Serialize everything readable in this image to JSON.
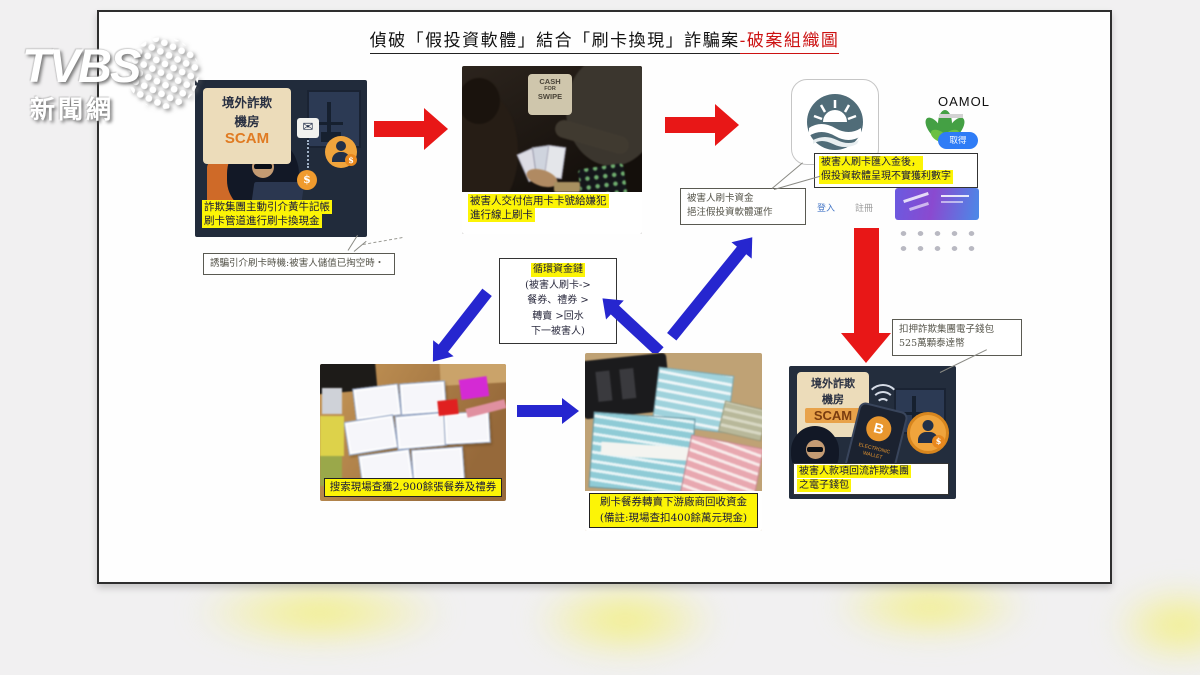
{
  "branding": {
    "logo": "TVBS",
    "sub": "新聞網"
  },
  "title": {
    "main": "偵破「假投資軟體」結合「刷卡換現」詐騙案",
    "highlight": "-破案組織圖"
  },
  "icons": {
    "envelope": "✉",
    "dollar": "$",
    "bitcoin": "B"
  },
  "scam_room_1": {
    "sign1": "境外詐欺",
    "sign2": "機房",
    "scam": "SCAM",
    "cap1": "詐欺集團主動引介黃牛記帳",
    "cap2": "刷卡管道進行刷卡換現金"
  },
  "timing_note": {
    "text": "誘騙引介刷卡時機:被害人儲值已掏空時‧"
  },
  "card_swap": {
    "sign1": "CASH",
    "sign2": "FOR",
    "sign3": "SWIPE",
    "cap1": "被害人交付信用卡卡號給嫌犯",
    "cap2": "進行線上刷卡"
  },
  "app_store": {
    "name": "OAMOL",
    "get": "取得",
    "login": "登入",
    "register": "註冊",
    "note1": "被害人刷卡匯入金後，",
    "note2": "假投資軟體呈現不實獲利數字"
  },
  "funds_note": {
    "line1": "被害人刷卡資金",
    "line2": "挹注假投資軟體運作"
  },
  "cycle": {
    "title": "循環資金鏈",
    "lines": [
      "(被害人刷卡->",
      "餐券、禮券 >",
      "轉賣 >回水",
      "下一被害人)"
    ]
  },
  "vouchers": {
    "cap": "搜索現場查獲2,900餘張餐券及禮券"
  },
  "cash": {
    "cap1": "刷卡餐券轉賣下游廠商回收資金",
    "cap2": "(備註:現場查扣400餘萬元現金)"
  },
  "scam_room_2": {
    "sign1": "境外詐欺",
    "sign2": "機房",
    "scam": "SCAM",
    "wallet1": "ELECTRONIC",
    "wallet2": "WALLET",
    "cap1": "被害人款項回流詐欺集團",
    "cap2": "之電子錢包"
  },
  "seized_note": {
    "line1": "扣押詐欺集團電子錢包",
    "line2": "525萬顆泰達幣"
  },
  "colors": {
    "arrow_red": "#e81717",
    "arrow_blue": "#2626cf",
    "highlight": "#fcf406",
    "title_red": "#cc1111"
  }
}
